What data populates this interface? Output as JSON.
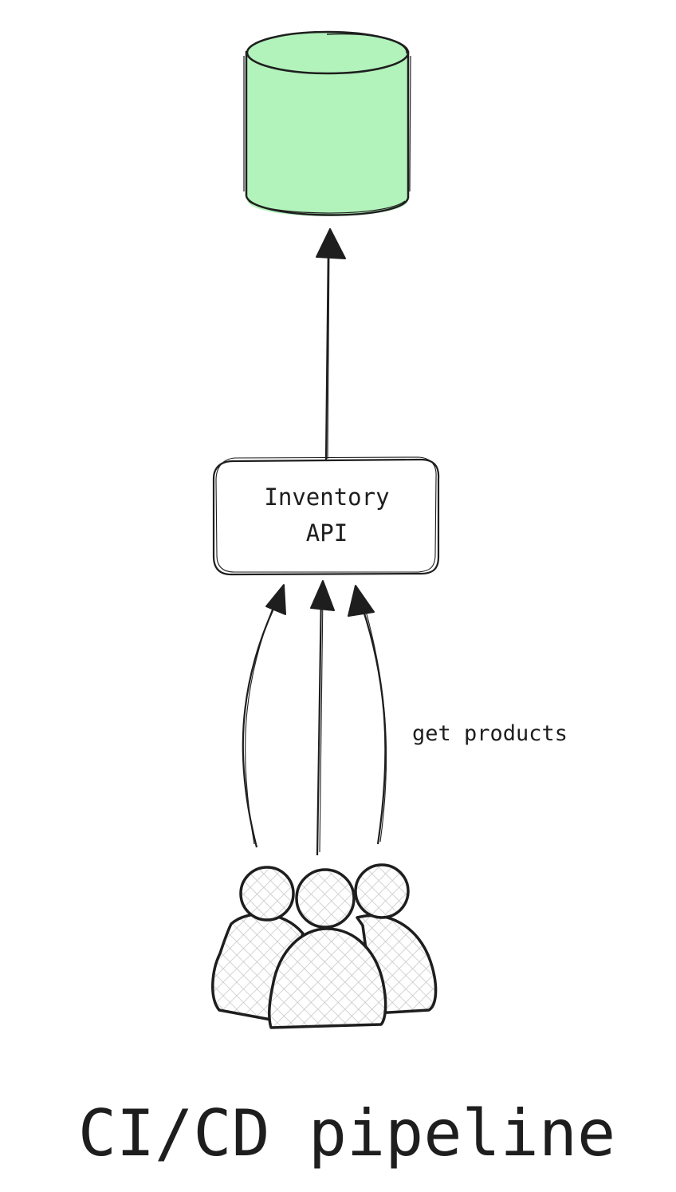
{
  "diagram": {
    "nodes": {
      "database": {
        "label": "",
        "icon": "database-cylinder-icon",
        "fill_color": "#b2f2bb"
      },
      "api": {
        "lines": [
          "Inventory",
          "API"
        ]
      },
      "users": {
        "label": "",
        "icon": "users-group-icon",
        "fill_color": "#d9d9d9"
      }
    },
    "edges": [
      {
        "from": "api",
        "to": "database",
        "label": ""
      },
      {
        "from": "users",
        "to": "api",
        "label": ""
      },
      {
        "from": "users",
        "to": "api",
        "label": ""
      },
      {
        "from": "users",
        "to": "api",
        "label": "get products"
      }
    ],
    "title": "CI/CD pipeline",
    "stroke_color": "#1e1e1e"
  }
}
